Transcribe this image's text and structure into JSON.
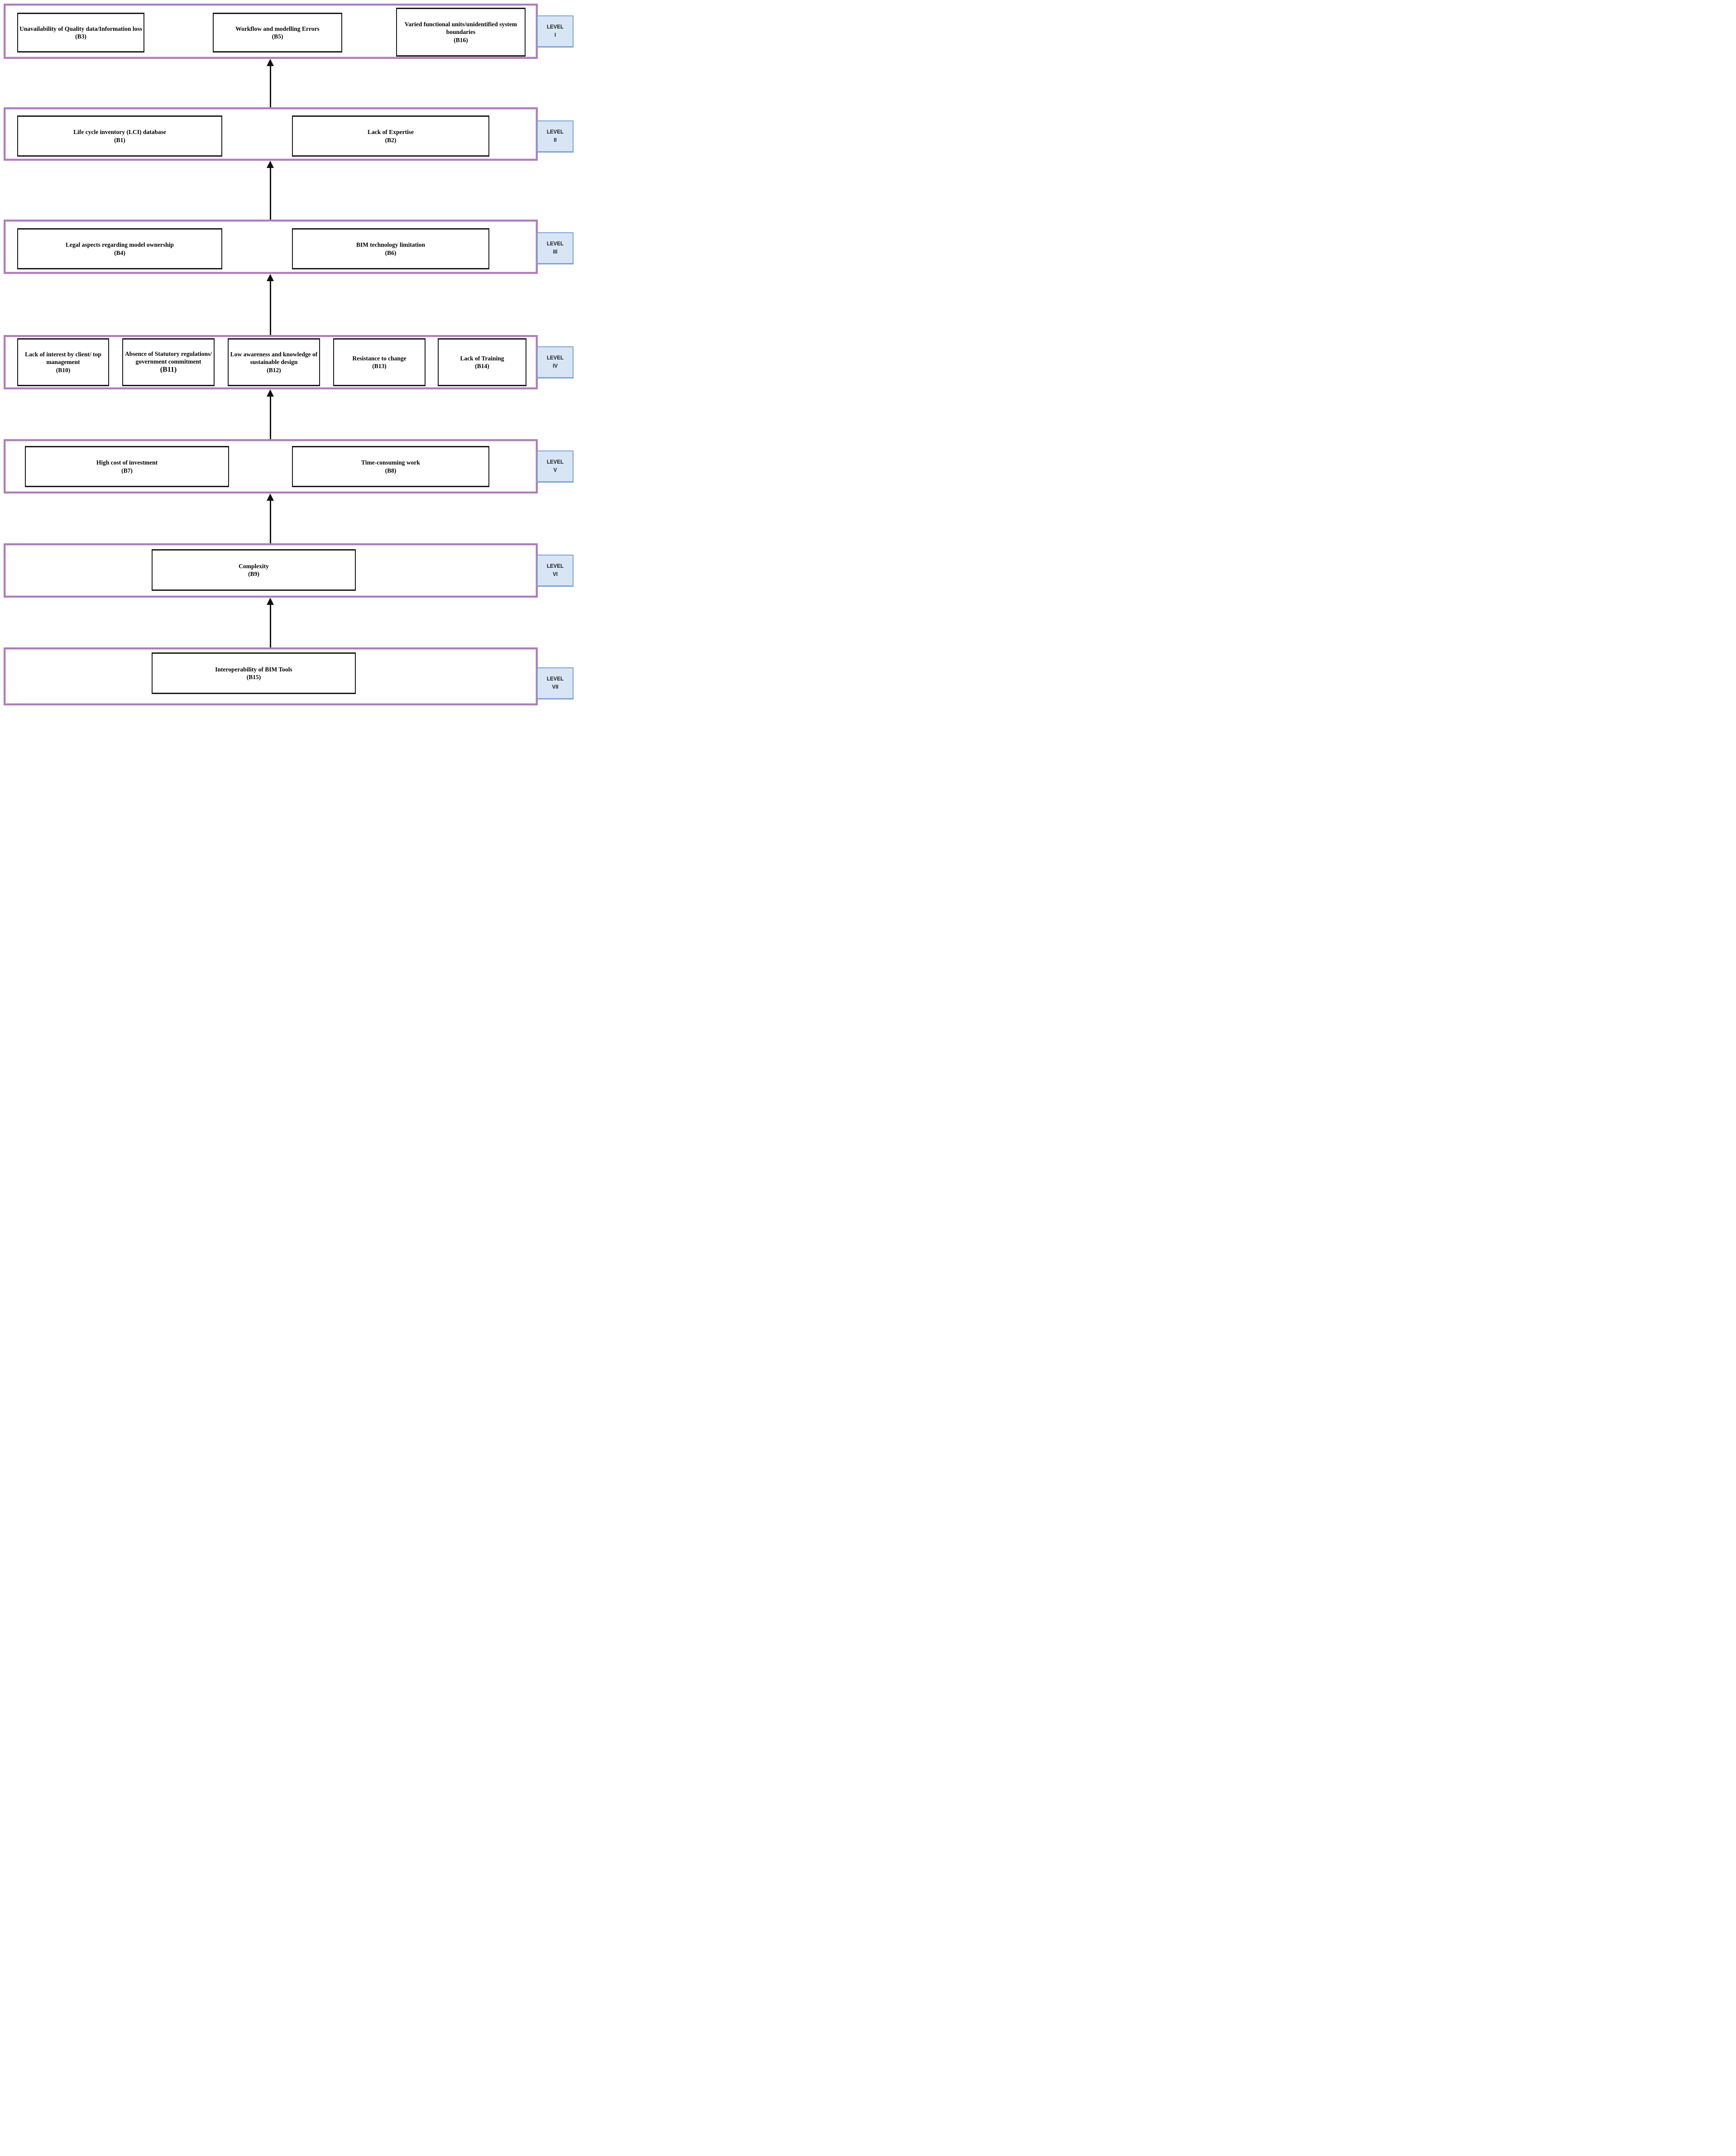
{
  "diagram_type": "ISM hierarchy of BIM barriers",
  "levels": [
    {
      "tab": {
        "line1": "LEVEL",
        "line2": "I"
      },
      "boxes": [
        {
          "text": "Unavailability of Quality data/Information loss",
          "code": "(B3)"
        },
        {
          "text": "Workflow and modelling Errors",
          "code": "(B5)"
        },
        {
          "text": "Varied functional units/unidentified system boundaries",
          "code": "(B16)"
        }
      ]
    },
    {
      "tab": {
        "line1": "LEVEL",
        "line2": "II"
      },
      "boxes": [
        {
          "text": "Life cycle inventory (LCI) database",
          "code": "(B1)"
        },
        {
          "text": "Lack of Expertise",
          "code": "(B2)"
        }
      ]
    },
    {
      "tab": {
        "line1": "LEVEL",
        "line2": "III"
      },
      "boxes": [
        {
          "text": "Legal aspects regarding model ownership",
          "code": "(B4)"
        },
        {
          "text": "BIM technology limitation",
          "code": "(B6)"
        }
      ]
    },
    {
      "tab": {
        "line1": "LEVEL",
        "line2": "IV"
      },
      "boxes": [
        {
          "text": "Lack of interest by client/ top management",
          "code": "(B10)"
        },
        {
          "text": "Absence of Statutory regulations/ government commitment",
          "code": "(B11)"
        },
        {
          "text": "Low awareness and knowledge of sustainable design",
          "code": "(B12)"
        },
        {
          "text": "Resistance to change",
          "code": "(B13)"
        },
        {
          "text": "Lack of Training",
          "code": "(B14)"
        }
      ]
    },
    {
      "tab": {
        "line1": "LEVEL",
        "line2": "V"
      },
      "boxes": [
        {
          "text": "High cost of investment",
          "code": "(B7)"
        },
        {
          "text": "Time-consuming work",
          "code": "(B8)"
        }
      ]
    },
    {
      "tab": {
        "line1": "LEVEL",
        "line2": "VI"
      },
      "boxes": [
        {
          "text": "Complexity",
          "code": "(B9)"
        }
      ]
    },
    {
      "tab": {
        "line1": "LEVEL",
        "line2": "VII"
      },
      "boxes": [
        {
          "text": "Interoperability of BIM Tools",
          "code": "(B15)"
        }
      ]
    }
  ],
  "colors": {
    "level_band_border": "#af7cbd",
    "tab_fill": "#d8e5f5",
    "tab_border": "#7ba4d6",
    "box_border": "#1a1a1a",
    "arrow": "#111111",
    "text": "#000000"
  }
}
